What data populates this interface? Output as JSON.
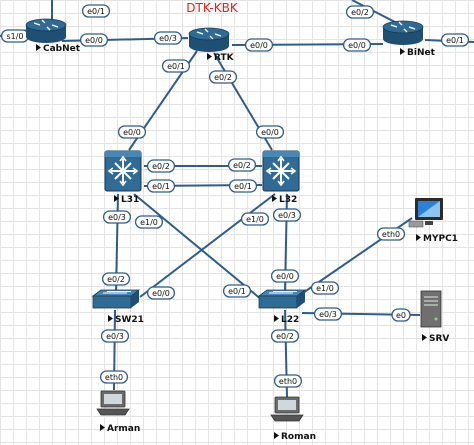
{
  "title": "DTK-KBK",
  "colors": {
    "link": "#2f5c8a",
    "title": "#e0201b",
    "device": "#2f6b95"
  },
  "nodes": [
    {
      "id": "cabnet",
      "name": "CabNet",
      "kind": "router",
      "icon": "router-icon"
    },
    {
      "id": "rtk",
      "name": "RTK",
      "kind": "router",
      "icon": "router-icon"
    },
    {
      "id": "binet",
      "name": "BiNet",
      "kind": "router",
      "icon": "router-icon"
    },
    {
      "id": "l31",
      "name": "L31",
      "kind": "l3switch",
      "icon": "layer3-switch-icon"
    },
    {
      "id": "l32",
      "name": "L32",
      "kind": "l3switch",
      "icon": "layer3-switch-icon"
    },
    {
      "id": "sw21",
      "name": "SW21",
      "kind": "switch",
      "icon": "switch-icon"
    },
    {
      "id": "l22",
      "name": "L22",
      "kind": "switch",
      "icon": "switch-icon"
    },
    {
      "id": "mypc1",
      "name": "MYPC1",
      "kind": "desktop",
      "icon": "desktop-pc-icon"
    },
    {
      "id": "srv",
      "name": "SRV",
      "kind": "server",
      "icon": "server-icon"
    },
    {
      "id": "arman",
      "name": "Arman",
      "kind": "pc",
      "icon": "pc-icon"
    },
    {
      "id": "roman",
      "name": "Roman",
      "kind": "pc",
      "icon": "pc-icon"
    }
  ],
  "links": [
    {
      "id": "cabnet-up",
      "from": "cabnet",
      "to": "",
      "labels": [
        "e0/1"
      ]
    },
    {
      "id": "cabnet-left",
      "from": "cabnet",
      "to": "",
      "labels": [
        "s1/0"
      ]
    },
    {
      "id": "binet-up",
      "from": "binet",
      "to": "",
      "labels": [
        "e0/2"
      ]
    },
    {
      "id": "binet-right",
      "from": "binet",
      "to": "",
      "labels": [
        "e0/1"
      ]
    },
    {
      "id": "cabnet-rtk",
      "from": "cabnet",
      "to": "rtk",
      "labels": [
        "e0/0",
        "e0/3"
      ]
    },
    {
      "id": "rtk-binet",
      "from": "rtk",
      "to": "binet",
      "labels": [
        "e0/0",
        "e0/0"
      ]
    },
    {
      "id": "rtk-l31",
      "from": "rtk",
      "to": "l31",
      "labels": [
        "e0/1",
        "e0/0"
      ]
    },
    {
      "id": "rtk-l32",
      "from": "rtk",
      "to": "l32",
      "labels": [
        "e0/2",
        "e0/0"
      ]
    },
    {
      "id": "l31-l32-a",
      "from": "l31",
      "to": "l32",
      "labels": [
        "e0/2",
        "e0/2"
      ]
    },
    {
      "id": "l31-l32-b",
      "from": "l31",
      "to": "l32",
      "labels": [
        "e0/1",
        "e0/1"
      ]
    },
    {
      "id": "l31-sw21",
      "from": "l31",
      "to": "sw21",
      "labels": [
        "e0/3",
        "e0/2"
      ]
    },
    {
      "id": "l31-l22",
      "from": "l31",
      "to": "l22",
      "labels": [
        "e1/0",
        "e0/1"
      ]
    },
    {
      "id": "l32-sw21",
      "from": "l32",
      "to": "sw21",
      "labels": [
        "e1/0",
        "e0/0"
      ]
    },
    {
      "id": "l32-l22",
      "from": "l32",
      "to": "l22",
      "labels": [
        "e0/3",
        "e0/0"
      ]
    },
    {
      "id": "l22-mypc1",
      "from": "l22",
      "to": "mypc1",
      "labels": [
        "e1/0",
        "eth0"
      ]
    },
    {
      "id": "l22-srv",
      "from": "l22",
      "to": "srv",
      "labels": [
        "e0/3",
        "e0"
      ]
    },
    {
      "id": "sw21-arman",
      "from": "sw21",
      "to": "arman",
      "labels": [
        "e0/3",
        "eth0"
      ]
    },
    {
      "id": "l22-roman",
      "from": "l22",
      "to": "roman",
      "labels": [
        "e0/2",
        "eth0"
      ]
    }
  ]
}
